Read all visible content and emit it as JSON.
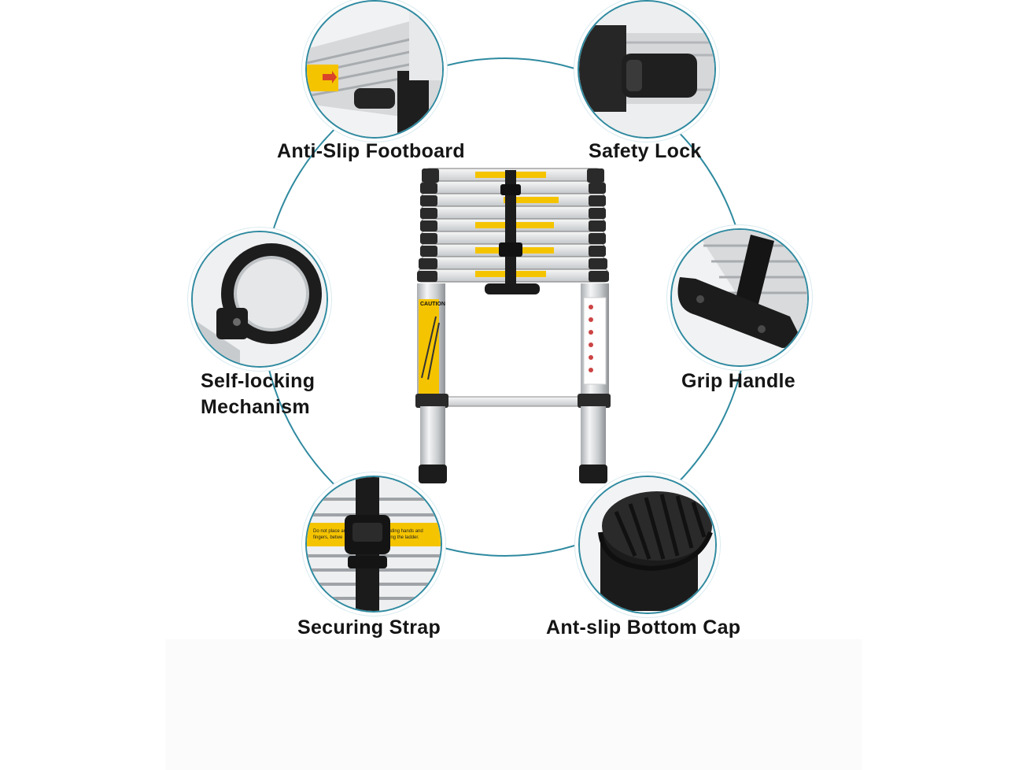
{
  "features": {
    "footboard": "Anti-Slip Footboard",
    "safety_lock": "Safety Lock",
    "self_locking_line1": "Self-locking",
    "self_locking_line2": "Mechanism",
    "grip_handle": "Grip Handle",
    "securing_strap": "Securing Strap",
    "bottom_cap": "Ant-slip Bottom Cap"
  },
  "ladder_label": "CAUTION",
  "strap_warning_left": "Do not place an\nfingers, betwe",
  "strap_warning_right": "luding hands and\nsing the ladder.",
  "colors": {
    "ring": "#2f8aa0",
    "aluminum": "#d8dadc",
    "rubber": "#1e1e1e",
    "warning_yellow": "#f5c400"
  }
}
